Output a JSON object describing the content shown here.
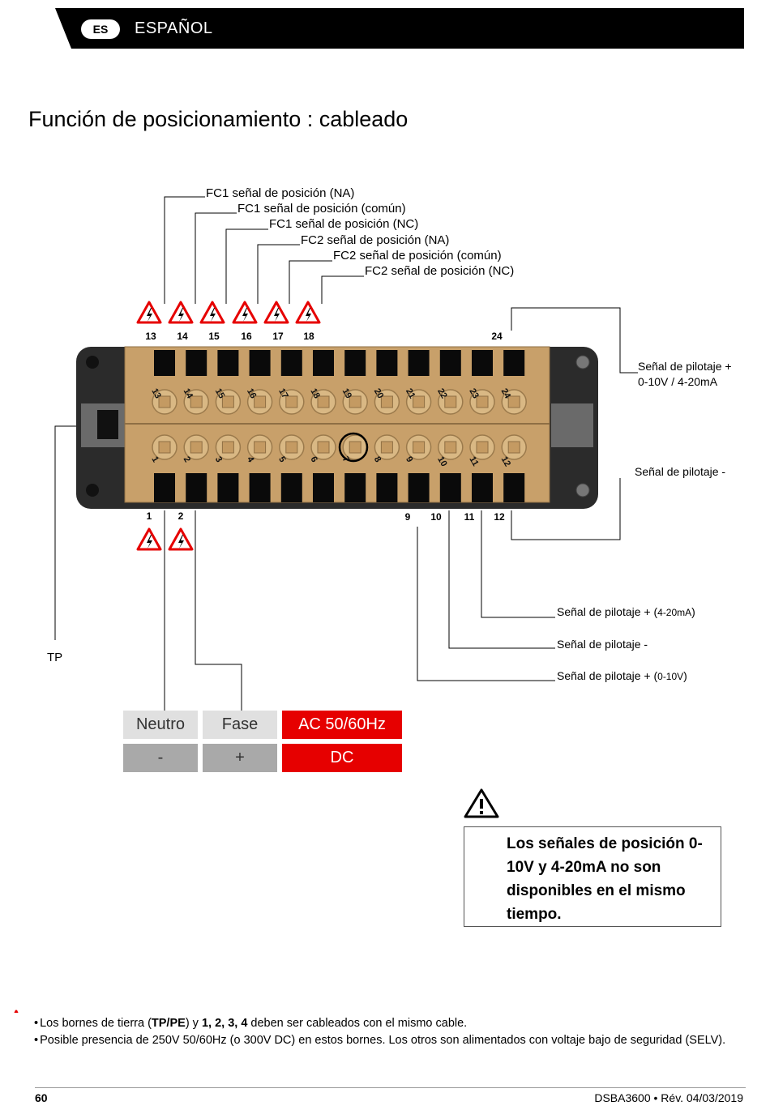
{
  "header": {
    "lang_code": "ES",
    "lang_name": "ESPAÑOL"
  },
  "title": "Función de posicionamiento : cableado",
  "top_labels": [
    "FC1 señal de posición (NA)",
    "FC1 señal de posición (común)",
    "FC1 señal de posición (NC)",
    "FC2 señal de posición (NA)",
    "FC2 señal de posición (común)",
    "FC2 señal de posición (NC)"
  ],
  "right_labels": {
    "pilot_plus_main": "Señal de pilotaje +",
    "pilot_plus_range": "0-10V / 4-20mA",
    "pilot_minus": "Señal de pilotaje -"
  },
  "bottom_right_labels": [
    {
      "text": "Señal de pilotaje + (",
      "small": "4-20mA",
      "close": ")"
    },
    {
      "text": "Señal de pilotaje -",
      "small": "",
      "close": ""
    },
    {
      "text": "Señal de pilotaje + (",
      "small": "0-10V",
      "close": ")"
    }
  ],
  "tp_label": "TP",
  "top_terminal_numbers": [
    "13",
    "14",
    "15",
    "16",
    "17",
    "18",
    "24"
  ],
  "bottom_terminal_numbers": [
    "1",
    "2",
    "9",
    "10",
    "11",
    "12"
  ],
  "block_upper_numbers": [
    "13",
    "14",
    "15",
    "16",
    "17",
    "18",
    "19",
    "20",
    "21",
    "22",
    "23",
    "24"
  ],
  "block_lower_numbers": [
    "1",
    "2",
    "3",
    "4",
    "5",
    "6",
    "7",
    "8",
    "9",
    "10",
    "11",
    "12"
  ],
  "supply_table": {
    "row1": [
      "Neutro",
      "Fase",
      "AC 50/60Hz"
    ],
    "row2": [
      "-",
      "+",
      "DC"
    ]
  },
  "note": "Los señales de posición 0-10V y 4-20mA no son disponibles en el mismo tiempo.",
  "footnotes": {
    "line1": {
      "a": "Los bornes de tierra (",
      "b": "TP/PE",
      "c": ") y ",
      "d": "1, 2, 3, 4",
      "e": " deben ser cableados con el mismo cable."
    },
    "line2": "Posible presencia de 250V 50/60Hz (o 300V DC) en estos bornes. Los otros son alimentados con voltaje bajo de seguridad (SELV)."
  },
  "footer": {
    "page": "60",
    "doc": "DSBA3600 • Rév. 04/03/2019"
  },
  "colors": {
    "accent_red": "#e60000",
    "block_brass": "#c8a06a",
    "header_black": "#000000"
  }
}
